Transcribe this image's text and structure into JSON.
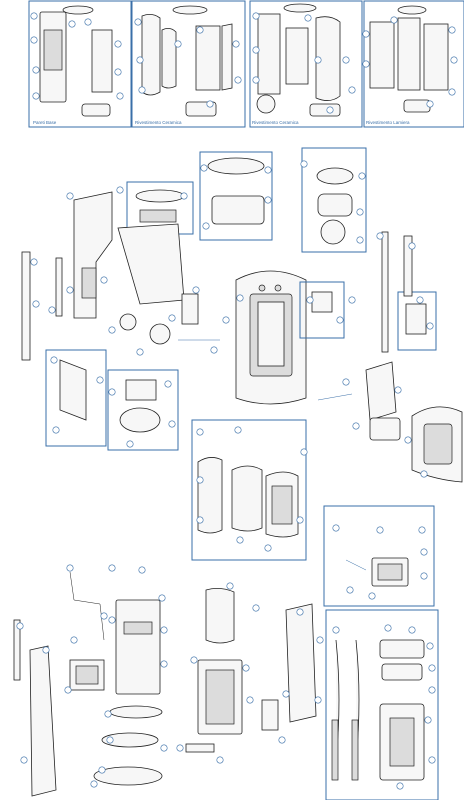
{
  "captions": {
    "panel_1": "Pareti Base",
    "panel_2": "Rivestimento Ceramica",
    "panel_3": "Rivestimento Ceramica",
    "panel_4": "Rivestimento Lamiera"
  },
  "colors": {
    "callout": "#3a6fa8",
    "line_art": "#222222"
  }
}
